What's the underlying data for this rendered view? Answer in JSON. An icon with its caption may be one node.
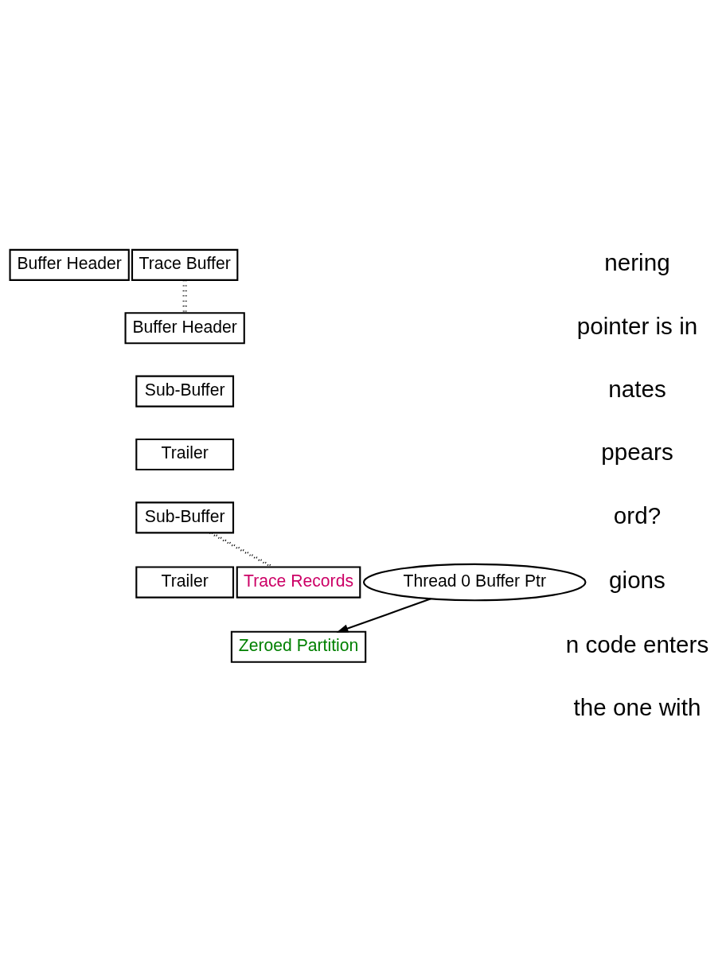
{
  "diagram": {
    "nodes": [
      {
        "text": [
          "Buffer Header"
        ]
      },
      {
        "text": [
          "Trace Buffer"
        ]
      },
      {
        "text": [
          "Buffer Header"
        ]
      },
      {
        "text": [
          "Sub-Buffer"
        ]
      },
      {
        "text": [
          "Trailer"
        ]
      },
      {
        "text": [
          "Sub-Buffer"
        ]
      },
      {
        "text": [
          "Trailer"
        ]
      },
      {
        "text": [
          "Trace Records"
        ]
      },
      {
        "text": [
          "Zeroed Partition"
        ]
      },
      {
        "text": [
          "Thread 0 Buffer Ptr"
        ]
      }
    ],
    "edges": [
      {
        "from": 1,
        "to": 2,
        "arrow": "none",
        "style": "dashed"
      },
      {
        "from": 1,
        "to": 2,
        "arrow": "none",
        "style": "dashed"
      },
      {
        "from": 5,
        "to": 7,
        "arrow": "none",
        "style": "dashed"
      },
      {
        "from": 5,
        "to": 7,
        "arrow": "none",
        "style": "dashed"
      },
      {
        "from": 9,
        "to": 8,
        "arrow": "to"
      }
    ],
    "labels": [
      "nering",
      "pointer is in",
      "nates",
      "ppears",
      "ord?",
      "gions",
      "n code enters",
      "the one with"
    ]
  }
}
